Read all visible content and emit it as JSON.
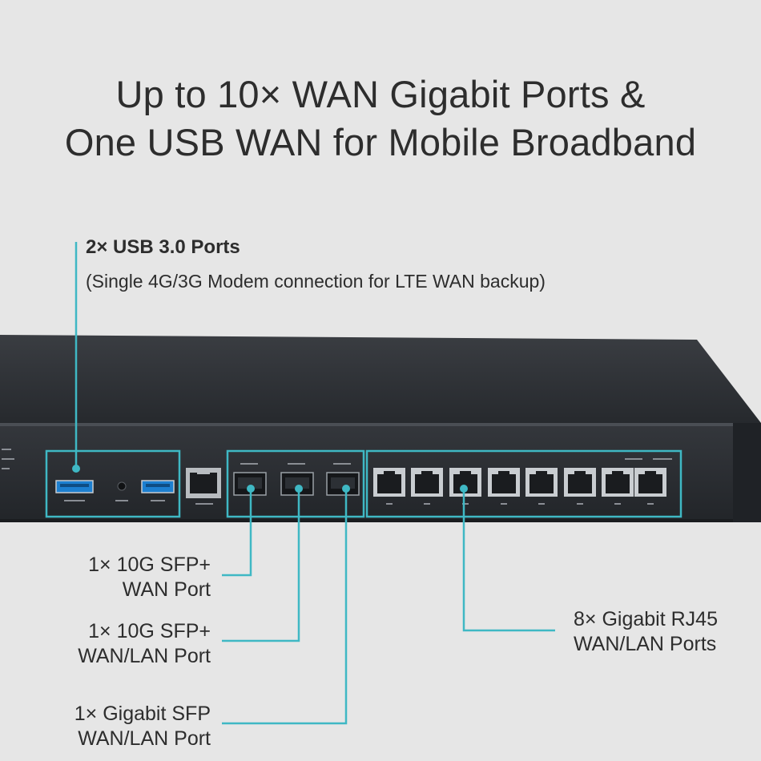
{
  "headline": {
    "line1": "Up to 10× WAN Gigabit Ports &",
    "line2": "One USB WAN for Mobile Broadband"
  },
  "usb_callout": {
    "title": "2× USB 3.0 Ports",
    "description": "(Single 4G/3G Modem connection for LTE WAN backup)"
  },
  "port_labels": [
    {
      "line1": "1× 10G SFP+",
      "line2": "WAN Port"
    },
    {
      "line1": "1× 10G SFP+",
      "line2": "WAN/LAN Port"
    },
    {
      "line1": "1× Gigabit SFP",
      "line2": "WAN/LAN Port"
    },
    {
      "line1": "8× Gigabit RJ45",
      "line2": "WAN/LAN Ports"
    }
  ],
  "colors": {
    "background": "#e6e6e6",
    "accent": "#3fb8c4",
    "device_body": "#2a2d31",
    "text": "#2d2d2d"
  },
  "icons": [
    "usb-port-icon",
    "reset-button-icon",
    "console-port-icon",
    "sfp-port-icon",
    "rj45-port-icon"
  ]
}
